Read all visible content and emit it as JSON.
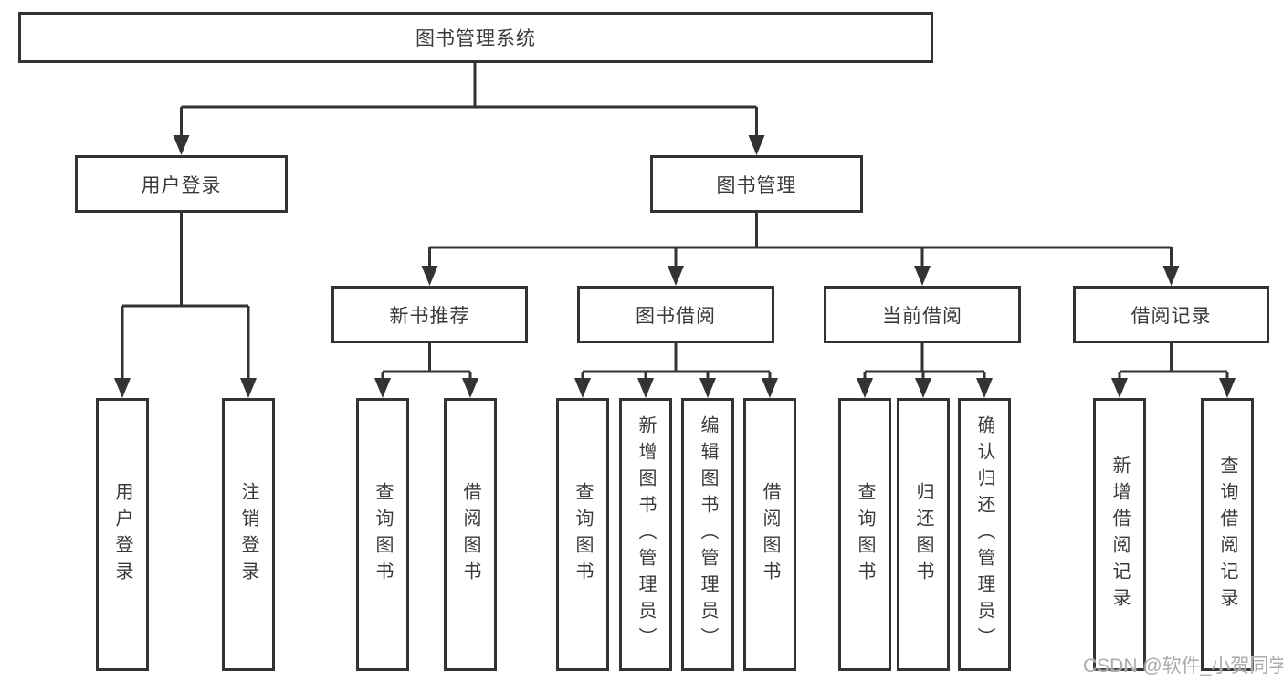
{
  "tree": {
    "label": "图书管理系统",
    "children": [
      {
        "label": "用户登录",
        "children": [
          {
            "label": "用户登录"
          },
          {
            "label": "注销登录"
          }
        ]
      },
      {
        "label": "图书管理",
        "children": [
          {
            "label": "新书推荐",
            "children": [
              {
                "label": "查询图书"
              },
              {
                "label": "借阅图书"
              }
            ]
          },
          {
            "label": "图书借阅",
            "children": [
              {
                "label": "查询图书"
              },
              {
                "label": "新增图书（管理员）"
              },
              {
                "label": "编辑图书（管理员）"
              },
              {
                "label": "借阅图书"
              }
            ]
          },
          {
            "label": "当前借阅",
            "children": [
              {
                "label": "查询图书"
              },
              {
                "label": "归还图书"
              },
              {
                "label": "确认归还（管理员）"
              }
            ]
          },
          {
            "label": "借阅记录",
            "children": [
              {
                "label": "新增借阅记录"
              },
              {
                "label": "查询借阅记录"
              }
            ]
          }
        ]
      }
    ]
  },
  "watermark": "CSDN @软件_小贺同学",
  "colors": {
    "line": "#333333",
    "text": "#3a3a3a",
    "background": "#ffffff",
    "watermark": "#ababab"
  }
}
